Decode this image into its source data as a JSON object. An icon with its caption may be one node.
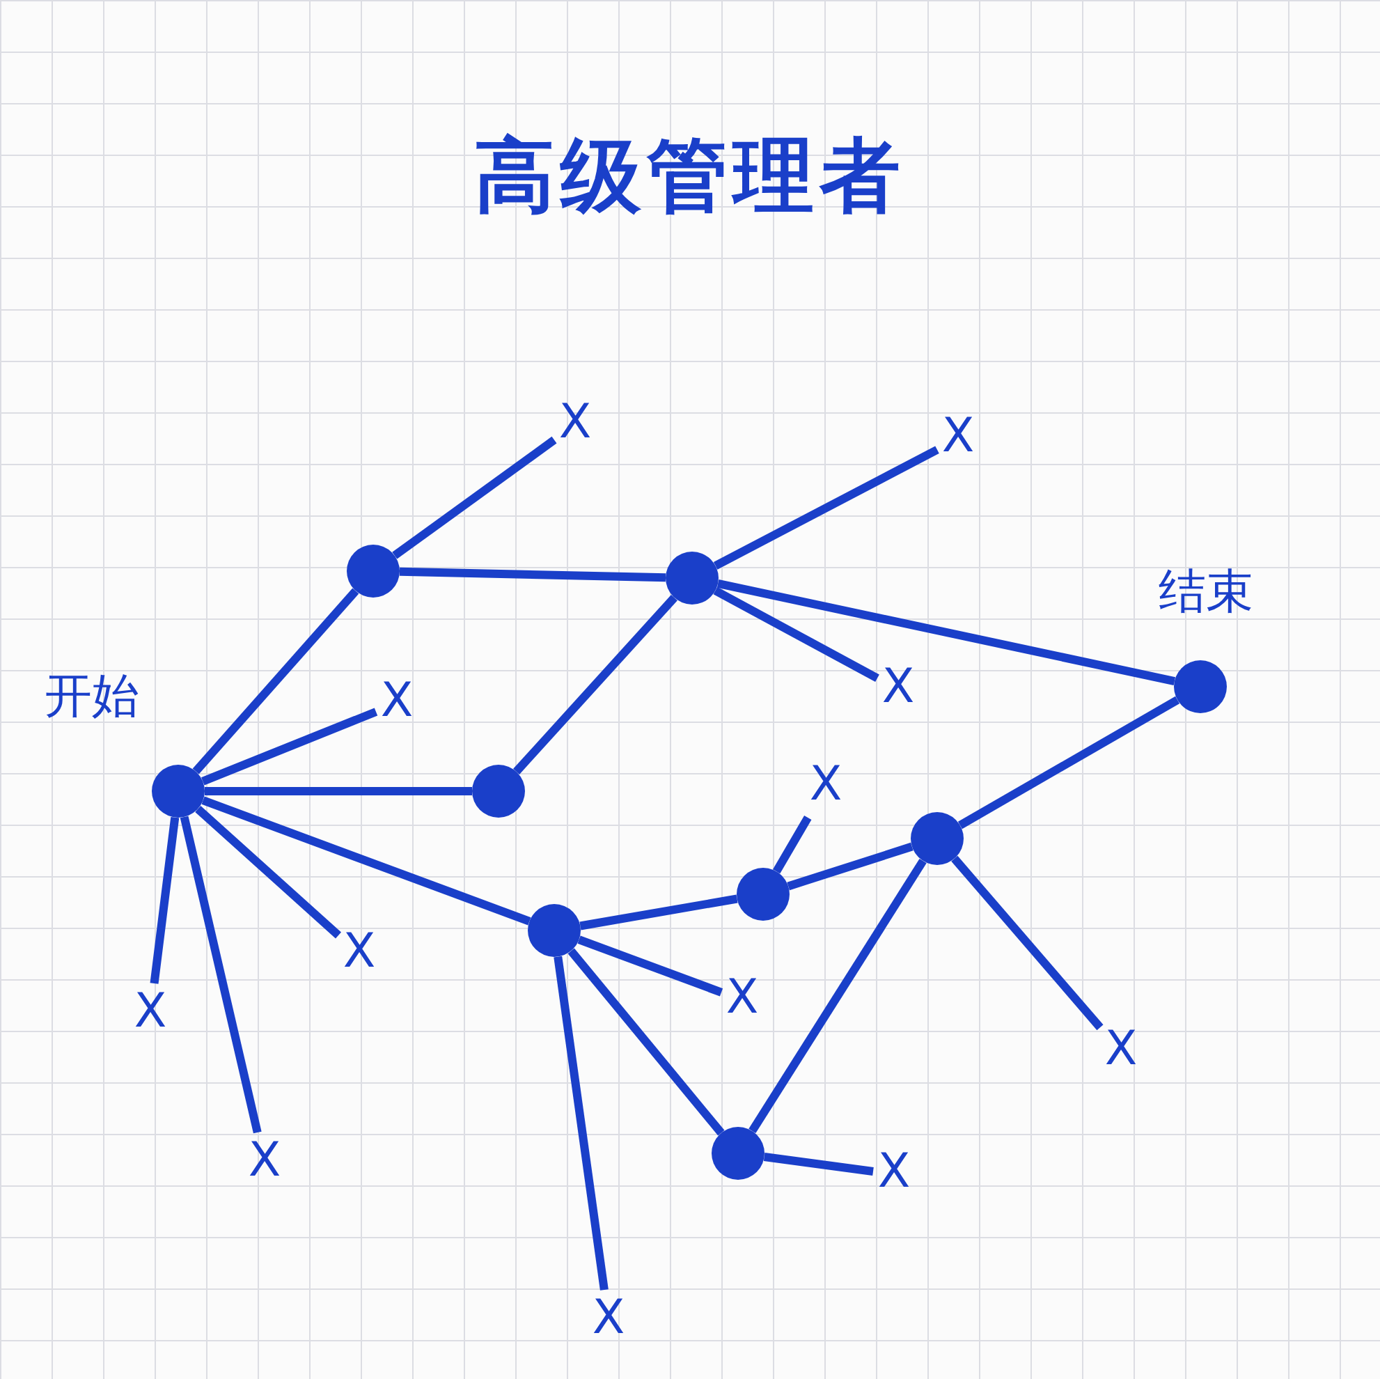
{
  "diagram": {
    "title": "高级管理者",
    "nodes": [
      {
        "text": [
          "X"
        ]
      },
      {
        "text": [
          "X"
        ]
      },
      {
        "text": [],
        "shape": "circle"
      },
      {
        "text": [],
        "shape": "circle"
      },
      {
        "text": [],
        "shape": "circle",
        "beside": [
          "结束"
        ]
      },
      {
        "text": [
          "X"
        ]
      },
      {
        "text": [
          "X"
        ]
      },
      {
        "text": [],
        "shape": "circle",
        "beside": [
          "开始"
        ]
      },
      {
        "text": [],
        "shape": "circle"
      },
      {
        "text": [
          "X"
        ]
      },
      {
        "text": [],
        "shape": "circle"
      },
      {
        "text": [],
        "shape": "circle"
      },
      {
        "text": [],
        "shape": "circle"
      },
      {
        "text": [
          "X"
        ]
      },
      {
        "text": [
          "X"
        ]
      },
      {
        "text": [
          "X"
        ]
      },
      {
        "text": [
          "X"
        ]
      },
      {
        "text": [],
        "shape": "circle"
      },
      {
        "text": [
          "X"
        ]
      },
      {
        "text": [
          "X"
        ]
      },
      {
        "text": [
          "X"
        ]
      }
    ],
    "edges": [
      {
        "from": 7,
        "to": 2,
        "arrow": "none"
      },
      {
        "from": 2,
        "to": 3,
        "arrow": "none"
      },
      {
        "from": 3,
        "to": 4,
        "arrow": "none"
      },
      {
        "from": 8,
        "to": 3,
        "arrow": "none"
      },
      {
        "from": 7,
        "to": 8,
        "arrow": "none"
      },
      {
        "from": 7,
        "to": 12,
        "arrow": "none"
      },
      {
        "from": 12,
        "to": 11,
        "arrow": "none"
      },
      {
        "from": 11,
        "to": 10,
        "arrow": "none"
      },
      {
        "from": 10,
        "to": 4,
        "arrow": "none"
      },
      {
        "from": 12,
        "to": 17,
        "arrow": "none"
      },
      {
        "from": 17,
        "to": 10,
        "arrow": "none"
      },
      {
        "from": 2,
        "to": 0,
        "arrow": "none"
      },
      {
        "from": 3,
        "to": 1,
        "arrow": "none"
      },
      {
        "from": 3,
        "to": 5,
        "arrow": "none"
      },
      {
        "from": 7,
        "to": 6,
        "arrow": "none"
      },
      {
        "from": 7,
        "to": 13,
        "arrow": "none"
      },
      {
        "from": 7,
        "to": 15,
        "arrow": "none"
      },
      {
        "from": 7,
        "to": 18,
        "arrow": "none"
      },
      {
        "from": 11,
        "to": 9,
        "arrow": "none"
      },
      {
        "from": 12,
        "to": 14,
        "arrow": "none"
      },
      {
        "from": 10,
        "to": 16,
        "arrow": "none"
      },
      {
        "from": 17,
        "to": 19,
        "arrow": "none"
      },
      {
        "from": 12,
        "to": 20,
        "arrow": "none"
      }
    ]
  }
}
